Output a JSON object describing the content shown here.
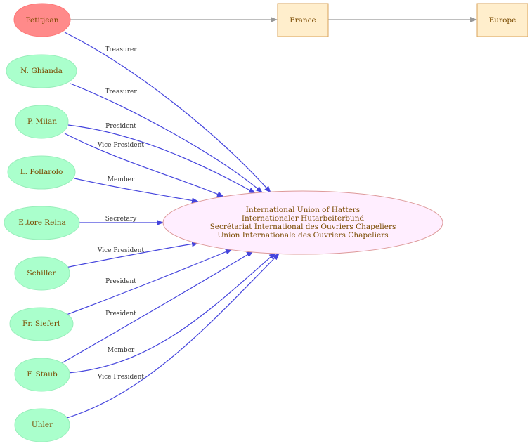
{
  "colors": {
    "person_fill": "#aaffcc",
    "person_stroke": "#99eebb",
    "highlight_fill": "#ff8a8a",
    "highlight_stroke": "#ff7777",
    "place_fill": "#ffeecc",
    "place_stroke": "#d9a35a",
    "hub_fill": "#ffeeff",
    "hub_stroke": "#dd9999",
    "edge_blue": "#4444dd",
    "edge_gray": "#999999",
    "text": "#7a4a00"
  },
  "people": {
    "petitjean": "Petitjean",
    "ghianda": "N. Ghianda",
    "milan": "P. Milan",
    "pollarolo": "L. Pollarolo",
    "reina": "Ettore Reina",
    "schiller": "Schiller",
    "siefert": "Fr. Siefert",
    "staub": "F. Staub",
    "uhler": "Uhler"
  },
  "places": {
    "france": "France",
    "europe": "Europe"
  },
  "hub": {
    "lines": [
      "International Union of Hatters",
      "Internationaler Hutarbeiterbund",
      "Secrétariat International des Ouvriers Chapeliers",
      "Union Internationale des Ouvriers Chapeliers"
    ]
  },
  "edges": {
    "petitjean": "Treasurer",
    "ghianda": "Treasurer",
    "milan_1": "President",
    "milan_2": "Vice President",
    "pollarolo": "Member",
    "reina": "Secretary",
    "schiller": "Vice President",
    "siefert": "President",
    "staub_1": "President",
    "staub_2": "Member",
    "uhler": "Vice President"
  }
}
